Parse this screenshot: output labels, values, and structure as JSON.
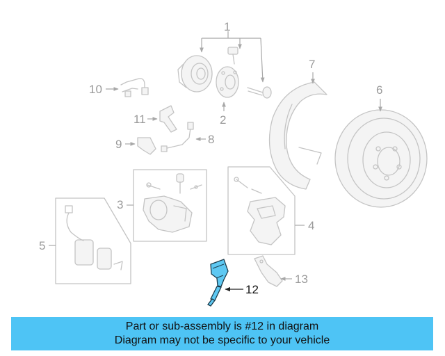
{
  "diagram": {
    "callouts": {
      "c1": "1",
      "c2": "2",
      "c3": "3",
      "c4": "4",
      "c5": "5",
      "c6": "6",
      "c7": "7",
      "c8": "8",
      "c9": "9",
      "c10": "10",
      "c11": "11",
      "c12": "12",
      "c13": "13"
    },
    "highlight_color": "#5ec8f2"
  },
  "banner": {
    "line1": "Part or sub-assembly is #12 in diagram",
    "line2": "Diagram may not be specific to your vehicle",
    "background": "#4ec4f5"
  }
}
